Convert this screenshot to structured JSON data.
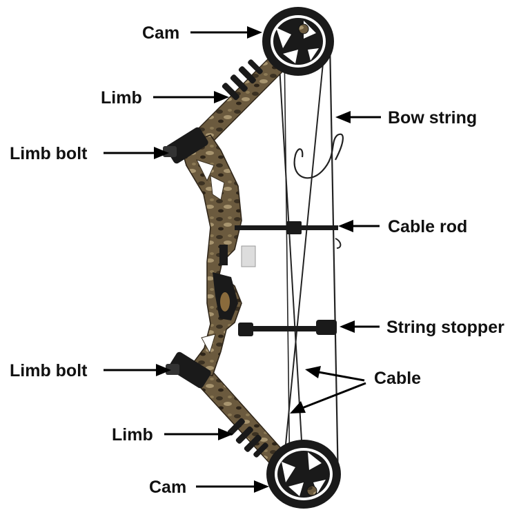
{
  "labels": {
    "cam_top": "Cam",
    "limb_top": "Limb",
    "limb_bolt_top": "Limb bolt",
    "bow_string": "Bow string",
    "cable_rod": "Cable rod",
    "string_stopper": "String stopper",
    "cable": "Cable",
    "limb_bolt_bottom": "Limb bolt",
    "limb_bottom": "Limb",
    "cam_bottom": "Cam"
  },
  "colors": {
    "text": "#111111",
    "camo_base": "#6b5a3e",
    "camo_dark": "#3b3122",
    "camo_light": "#a8956f",
    "metal_black": "#1a1a1a",
    "background": "#ffffff"
  }
}
